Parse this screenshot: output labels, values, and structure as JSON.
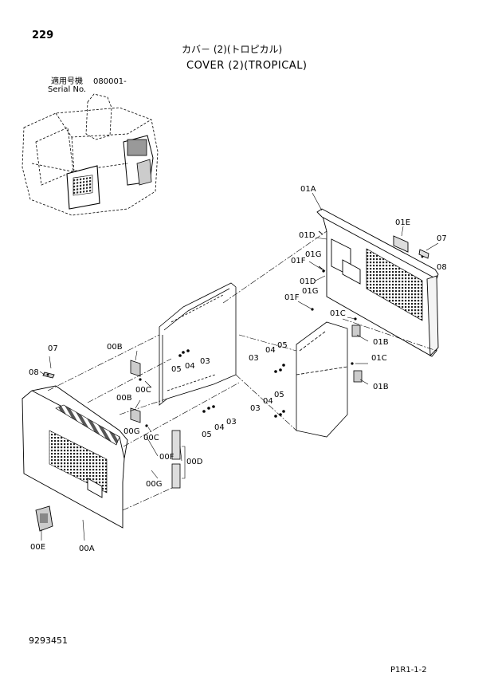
{
  "header": {
    "page_number": "229",
    "title_jp": "カバ－ (2)(トロピカル)",
    "title_en": "COVER (2)(TROPICAL)",
    "serial_label_jp": "適用号機",
    "serial_value": "080001-",
    "serial_label_en": "Serial No."
  },
  "footer": {
    "document_number": "9293451",
    "reference": "P1R1-1-2"
  },
  "callouts": {
    "c01A": "01A",
    "c01E": "01E",
    "c07_right": "07",
    "c01D_a": "01D",
    "c08_right": "08",
    "c01F_a": "01F",
    "c01G_a": "01G",
    "c01D_b": "01D",
    "c01F_b": "01F",
    "c01G_b": "01G",
    "c01C_a": "01C",
    "c01B_a": "01B",
    "c05_a": "05",
    "c04_a": "04",
    "c03_a": "03",
    "c01C_b": "01C",
    "c01B_b": "01B",
    "c05_b": "05",
    "c04_b": "04",
    "c03_b": "03",
    "c07_left": "07",
    "c08_left": "08",
    "c00B_a": "00B",
    "c05_c": "05",
    "c04_c": "04",
    "c03_c": "03",
    "c00C_a": "00C",
    "c00B_b": "00B",
    "c05_d": "05",
    "c04_d": "04",
    "c03_d": "03",
    "c00G_a": "00G",
    "c00C_b": "00C",
    "c00F": "00F",
    "c00D": "00D",
    "c00G_b": "00G",
    "c00E": "00E",
    "c00A": "00A"
  }
}
